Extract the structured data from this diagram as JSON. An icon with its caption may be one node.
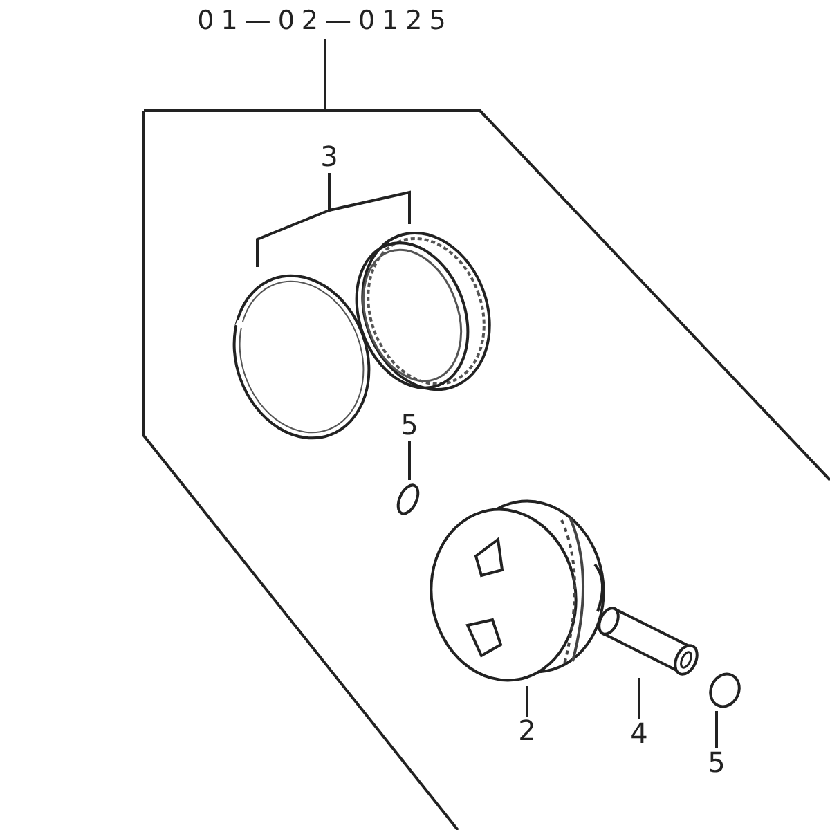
{
  "diagram": {
    "nodes": [
      {
        "text": [
          "01—02—0125"
        ]
      },
      {
        "text": [],
        "shape": "outline"
      },
      {
        "text": [
          "3"
        ],
        "in": 1
      },
      {
        "text": [],
        "shape": "picture",
        "in": 1
      },
      {
        "text": [],
        "shape": "picture",
        "in": 1
      },
      {
        "text": [
          "5"
        ],
        "in": 1
      },
      {
        "text": [],
        "shape": "circle",
        "in": 1
      },
      {
        "text": [],
        "shape": "picture",
        "in": 1
      },
      {
        "text": [
          "2"
        ],
        "in": 1
      },
      {
        "text": [],
        "shape": "picture",
        "in": 1
      },
      {
        "text": [
          "4"
        ],
        "in": 1
      },
      {
        "text": [],
        "shape": "circle",
        "in": 1
      },
      {
        "text": [
          "5"
        ],
        "in": 1
      }
    ],
    "edges": [
      {
        "from": 0,
        "to": 1,
        "arrow": "none"
      },
      {
        "from": 2,
        "to": 3,
        "arrow": "none"
      },
      {
        "from": 2,
        "to": 4,
        "arrow": "none"
      },
      {
        "from": 5,
        "to": 6,
        "arrow": "none"
      },
      {
        "from": 8,
        "to": 7,
        "arrow": "none"
      },
      {
        "from": 10,
        "to": 9,
        "arrow": "none"
      },
      {
        "from": 12,
        "to": 11,
        "arrow": "none"
      }
    ]
  }
}
